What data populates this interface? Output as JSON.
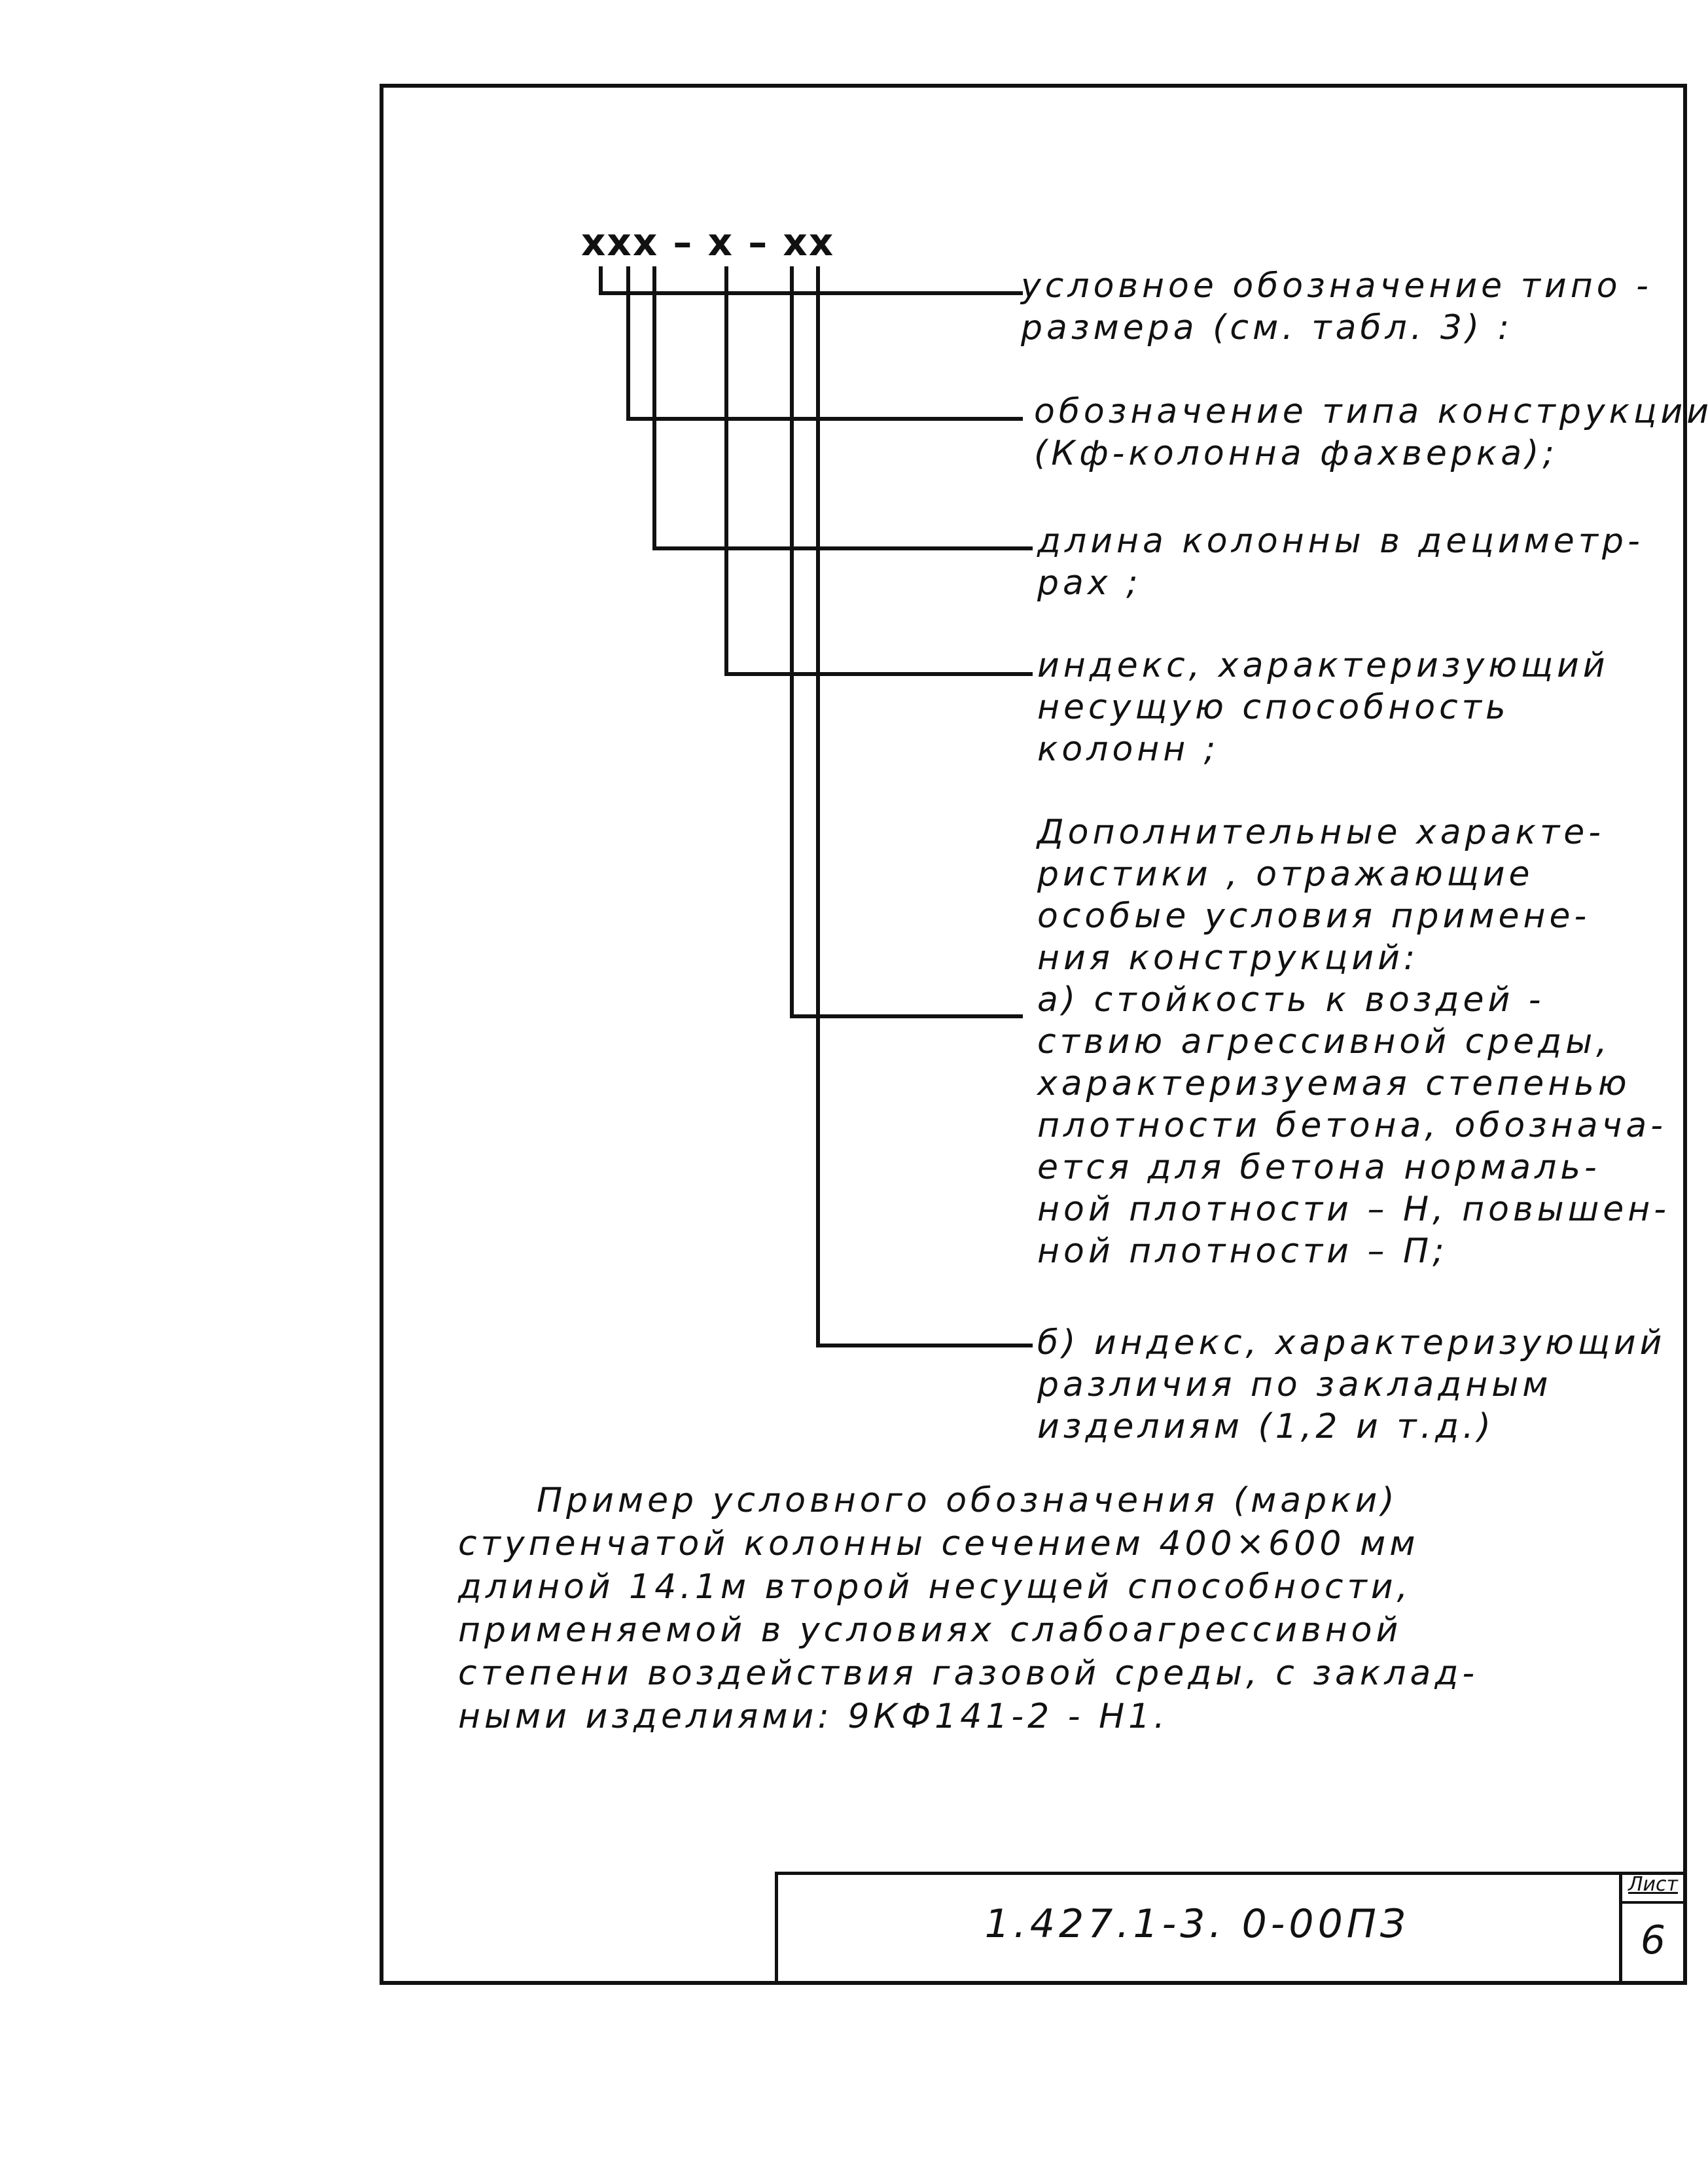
{
  "code_pattern": "ххх – х – хх",
  "descriptions": [
    {
      "lines": [
        "условное обозначение типо -",
        "размера (см. табл. 3) :"
      ]
    },
    {
      "lines": [
        "обозначение типа конструкции",
        "(Кф-колонна фахверка);"
      ]
    },
    {
      "lines": [
        "длина колонны в дециметр-",
        "рах ;"
      ]
    },
    {
      "lines": [
        "индекс, характеризующий",
        "несущую способность",
        "колонн ;"
      ]
    },
    {
      "lines": [
        "Дополнительные характе-",
        "ристики , отражающие",
        "особые условия примене-",
        "ния конструкций:",
        "а) стойкость к воздей -",
        "ствию агрессивной среды,",
        "характеризуемая степенью",
        "плотности бетона, обознача-",
        "ется для бетона нормаль-",
        "ной плотности – Н, повышен-",
        "ной плотности – П;"
      ]
    },
    {
      "lines": [
        "б) индекс, характеризующий",
        "различия по закладным",
        "изделиям (1,2 и т.д.)"
      ]
    }
  ],
  "example": {
    "lines": [
      "Пример условного обозначения (марки)",
      "ступенчатой колонны сечением 400×600 мм",
      "длиной 14.1м второй несущей способности,",
      "применяемой в условиях слабоагрессивной",
      "степени воздействия газовой среды, с заклад-",
      "ными изделиями: 9КФ141-2 - Н1."
    ]
  },
  "stamp": {
    "document_code": "1.427.1-3. 0-00ПЗ",
    "sheet_label": "Лист",
    "sheet_number": "6"
  }
}
